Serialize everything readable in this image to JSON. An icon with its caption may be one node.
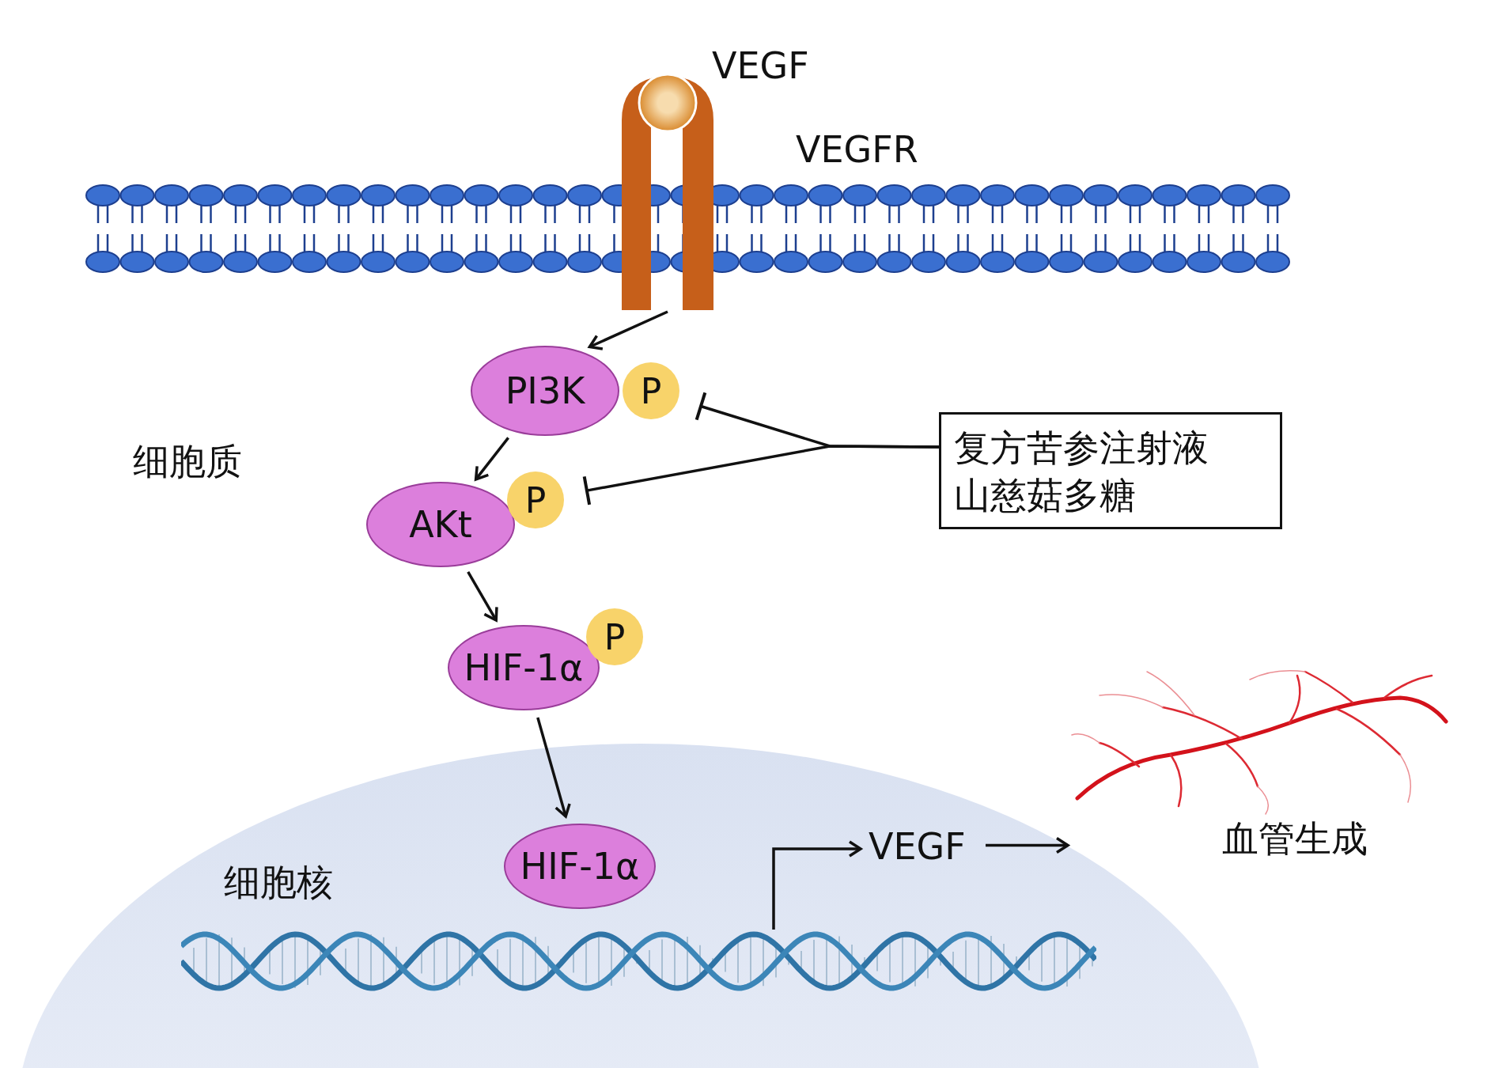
{
  "diagram": {
    "nodes": [
      {
        "text": [
          "VEGFR"
        ]
      },
      {
        "text": [
          "PI3K"
        ]
      },
      {
        "text": [
          "P"
        ]
      },
      {
        "text": [
          "复方苦参注射液",
          "山慈菇多糖"
        ]
      },
      {
        "text": [
          "AKt"
        ]
      },
      {
        "text": [
          "P"
        ]
      },
      {
        "text": [
          "HIF-1α"
        ]
      },
      {
        "text": [
          "P"
        ]
      },
      {
        "text": [
          "细胞核"
        ]
      },
      {
        "text": [
          "HIF-1α"
        ],
        "in": 8
      },
      {
        "text": [
          "VEGF"
        ],
        "in": 8
      },
      {
        "text": [],
        "shape": "picture",
        "in": 8
      },
      {
        "text": [
          "血管生成"
        ]
      }
    ],
    "edges": [
      {
        "from": 0,
        "to": 1,
        "arrow": "to"
      },
      {
        "from": 1,
        "to": 4,
        "arrow": "to"
      },
      {
        "from": 4,
        "to": 6,
        "arrow": "to"
      },
      {
        "from": 6,
        "to": 9,
        "arrow": "to"
      },
      {
        "from": 11,
        "to": 10,
        "arrow": "to"
      },
      {
        "from": 10,
        "to": 12,
        "arrow": "to"
      },
      {
        "from": 3,
        "to": 2,
        "arrow": "other"
      },
      {
        "from": 3,
        "to": 5,
        "arrow": "other"
      }
    ],
    "labels": [
      "VEGF",
      "细胞质"
    ]
  }
}
